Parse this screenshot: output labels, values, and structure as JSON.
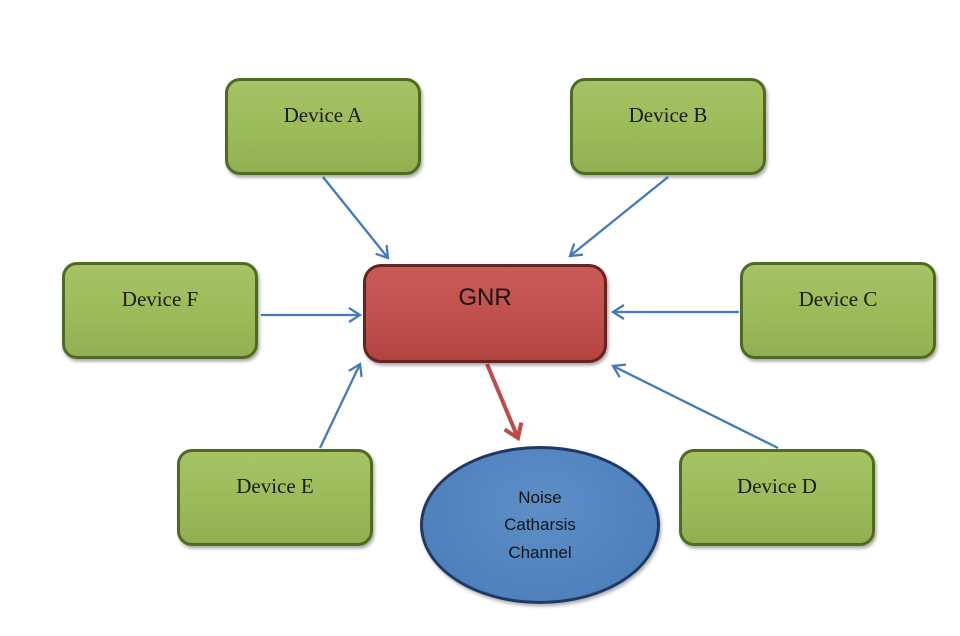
{
  "diagram": {
    "title": "GNR star topology diagram",
    "background_color": "#ffffff",
    "nodes": {
      "device_a": {
        "label": "Device A",
        "shape": "rounded-rectangle"
      },
      "device_b": {
        "label": "Device B",
        "shape": "rounded-rectangle"
      },
      "device_c": {
        "label": "Device C",
        "shape": "rounded-rectangle"
      },
      "device_d": {
        "label": "Device D",
        "shape": "rounded-rectangle"
      },
      "device_e": {
        "label": "Device E",
        "shape": "rounded-rectangle"
      },
      "device_f": {
        "label": "Device F",
        "shape": "rounded-rectangle"
      },
      "gnr": {
        "label": "GNR",
        "shape": "rounded-rectangle"
      },
      "channel": {
        "lines": [
          "Noise",
          "Catharsis",
          "Channel"
        ],
        "shape": "ellipse"
      }
    },
    "edges": [
      {
        "from": "device_a",
        "to": "gnr",
        "color_role": "arrow_blue"
      },
      {
        "from": "device_b",
        "to": "gnr",
        "color_role": "arrow_blue"
      },
      {
        "from": "device_c",
        "to": "gnr",
        "color_role": "arrow_blue"
      },
      {
        "from": "device_d",
        "to": "gnr",
        "color_role": "arrow_blue"
      },
      {
        "from": "device_e",
        "to": "gnr",
        "color_role": "arrow_blue"
      },
      {
        "from": "device_f",
        "to": "gnr",
        "color_role": "arrow_blue"
      },
      {
        "from": "gnr",
        "to": "channel",
        "color_role": "arrow_red"
      }
    ],
    "colors": {
      "device_fill": "#9bbb59",
      "device_border": "#4e6b21",
      "gnr_fill": "#c0504d",
      "gnr_border": "#632423",
      "channel_fill": "#4f81bd",
      "channel_border": "#1f3864",
      "arrow_blue": "#4579be",
      "arrow_red": "#be4b48"
    }
  }
}
